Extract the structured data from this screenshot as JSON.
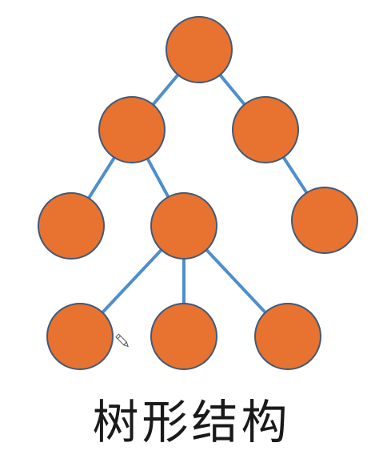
{
  "diagram": {
    "caption": "树形结构",
    "colors": {
      "node_fill": "#E8722F",
      "node_stroke": "#3F5A7A",
      "edge": "#4E8FCB"
    },
    "nodes": [
      {
        "id": "root"
      },
      {
        "id": "n1"
      },
      {
        "id": "n2"
      },
      {
        "id": "n3"
      },
      {
        "id": "n4"
      },
      {
        "id": "n5"
      },
      {
        "id": "n6"
      },
      {
        "id": "n7"
      },
      {
        "id": "n8"
      }
    ],
    "edges": [
      [
        "root",
        "n1"
      ],
      [
        "root",
        "n2"
      ],
      [
        "n1",
        "n3"
      ],
      [
        "n1",
        "n4"
      ],
      [
        "n2",
        "n5"
      ],
      [
        "n4",
        "n6"
      ],
      [
        "n4",
        "n7"
      ],
      [
        "n4",
        "n8"
      ]
    ],
    "icons": [
      "pencil-cursor-icon"
    ]
  }
}
